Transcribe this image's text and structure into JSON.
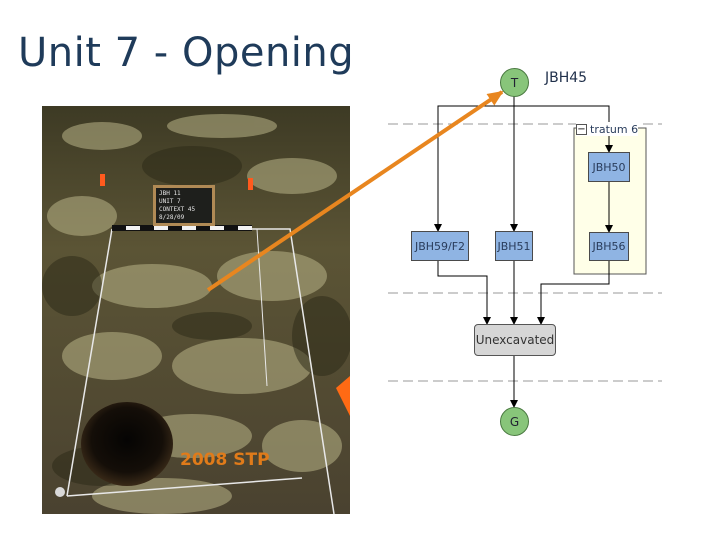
{
  "slide": {
    "title": "Unit 7 - Opening"
  },
  "photo": {
    "stp_label": "2008 STP",
    "chalkboard_lines": [
      "JBH 11",
      "UNIT 7",
      "CONTEXT 45",
      "8/28/09"
    ]
  },
  "matrix": {
    "top_node": "T",
    "top_context": "JBH45",
    "group_label": "tratum 6",
    "group_toggle": "−",
    "nodes": {
      "jbh50": "JBH50",
      "jbh59": "JBH59/F2",
      "jbh51": "JBH51",
      "jbh56": "JBH56",
      "unexcavated": "Unexcavated",
      "bottom": "G"
    }
  },
  "colors": {
    "title": "#1f3b5a",
    "accent_arrow": "#e8861f",
    "node_blue": "#8fb4e3",
    "node_green": "#88c57a",
    "node_gray": "#d6d6d6",
    "group_fill": "#ffffe8"
  }
}
